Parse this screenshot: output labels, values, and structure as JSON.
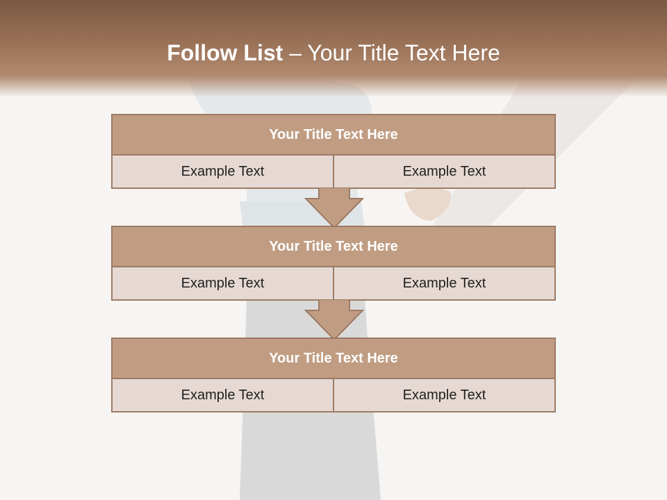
{
  "slide": {
    "title_bold": "Follow List",
    "title_rest": "– Your Title Text Here"
  },
  "blocks": [
    {
      "title": "Your Title Text Here",
      "left": "Example Text",
      "right": "Example Text"
    },
    {
      "title": "Your Title Text Here",
      "left": "Example Text",
      "right": "Example Text"
    },
    {
      "title": "Your Title Text Here",
      "left": "Example Text",
      "right": "Example Text"
    }
  ],
  "colors": {
    "header": "#8f6a52",
    "block_title_fill": "#c09d82",
    "block_cell_fill": "#e6d9d4",
    "border": "#9c7a63"
  }
}
